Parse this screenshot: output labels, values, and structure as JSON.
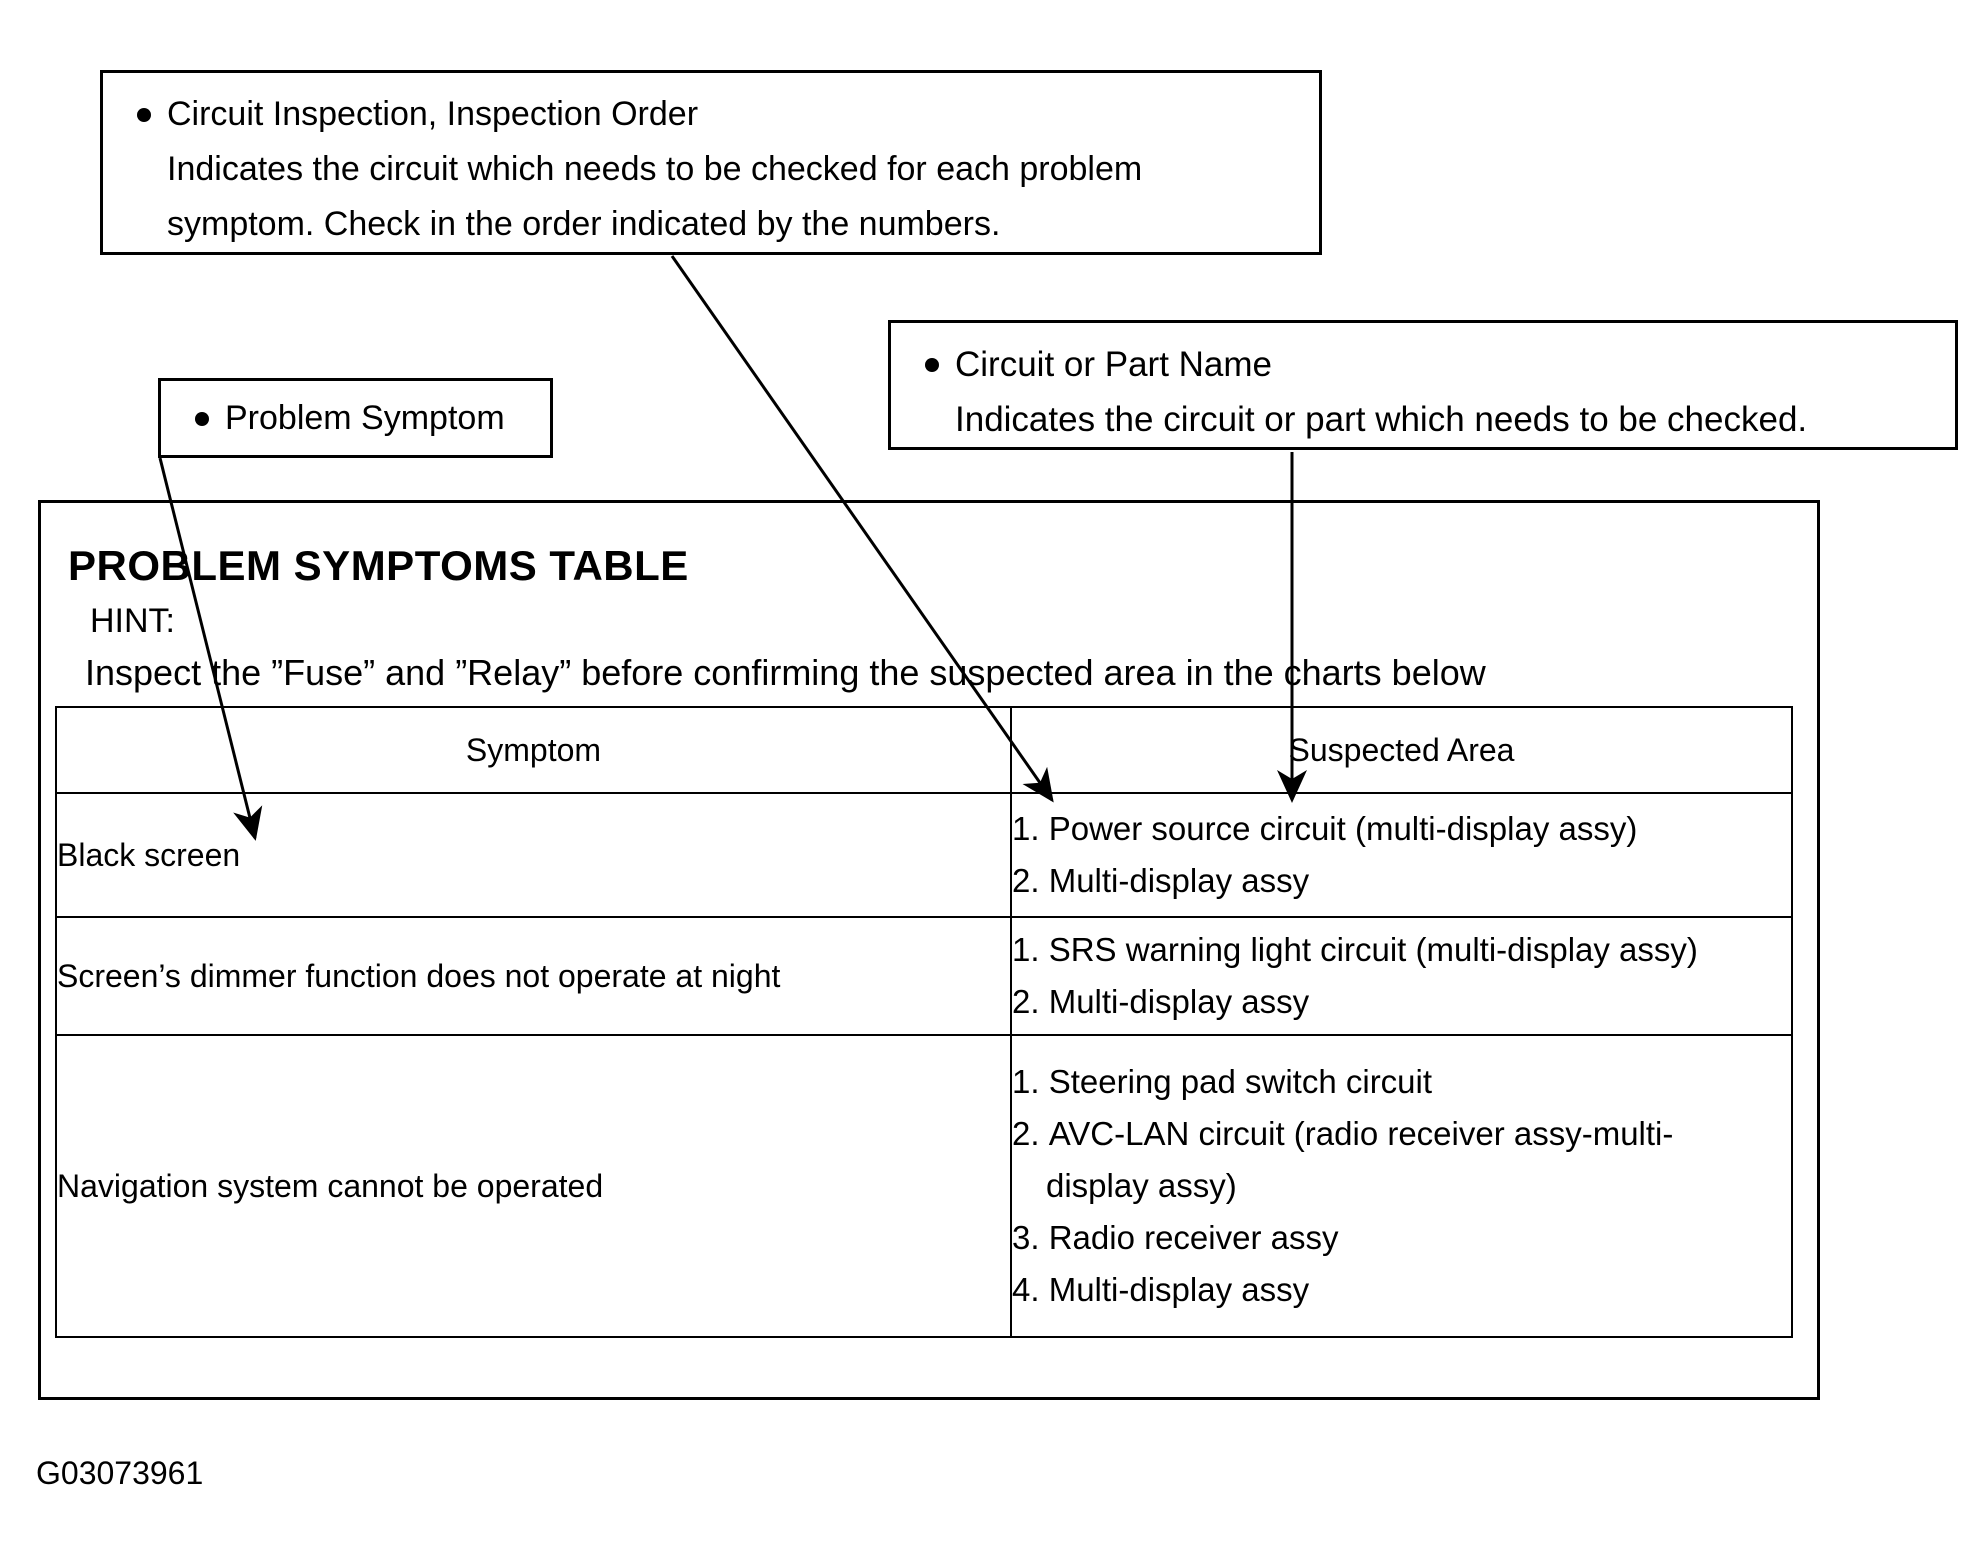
{
  "callouts": {
    "inspection": {
      "title": "Circuit Inspection, Inspection Order",
      "line2": "Indicates the circuit which needs to be checked for each problem",
      "line3": "symptom. Check in the order indicated by the numbers."
    },
    "problem_symptom": {
      "title": "Problem Symptom"
    },
    "part_name": {
      "title": "Circuit or Part Name",
      "line2": "Indicates the circuit or part which needs to be checked."
    }
  },
  "page": {
    "title": "PROBLEM SYMPTOMS TABLE",
    "hint_label": "HINT:",
    "hint_text": "Inspect the ”Fuse” and ”Relay” before confirming the suspected area in the charts below",
    "footer_code": "G03073961"
  },
  "table": {
    "headers": {
      "symptom": "Symptom",
      "suspected_area": "Suspected Area"
    },
    "rows": [
      {
        "symptom": "Black screen",
        "suspected_area": [
          {
            "num": "1.",
            "text": "Power source circuit (multi-display assy)"
          },
          {
            "num": "2.",
            "text": "Multi-display assy"
          }
        ]
      },
      {
        "symptom": "Screen’s dimmer function does not operate at night",
        "suspected_area": [
          {
            "num": "1.",
            "text": "SRS warning light circuit (multi-display assy)"
          },
          {
            "num": "2.",
            "text": "Multi-display assy"
          }
        ]
      },
      {
        "symptom": "Navigation system cannot be operated",
        "suspected_area": [
          {
            "num": "1.",
            "text": "Steering pad switch circuit"
          },
          {
            "num": "2.",
            "text": "AVC-LAN circuit (radio receiver assy-multi-",
            "cont": "display assy)"
          },
          {
            "num": "3.",
            "text": "Radio receiver assy"
          },
          {
            "num": "4.",
            "text": "Multi-display assy"
          }
        ]
      }
    ]
  },
  "colors": {
    "ink": "#000000",
    "paper": "#ffffff"
  }
}
